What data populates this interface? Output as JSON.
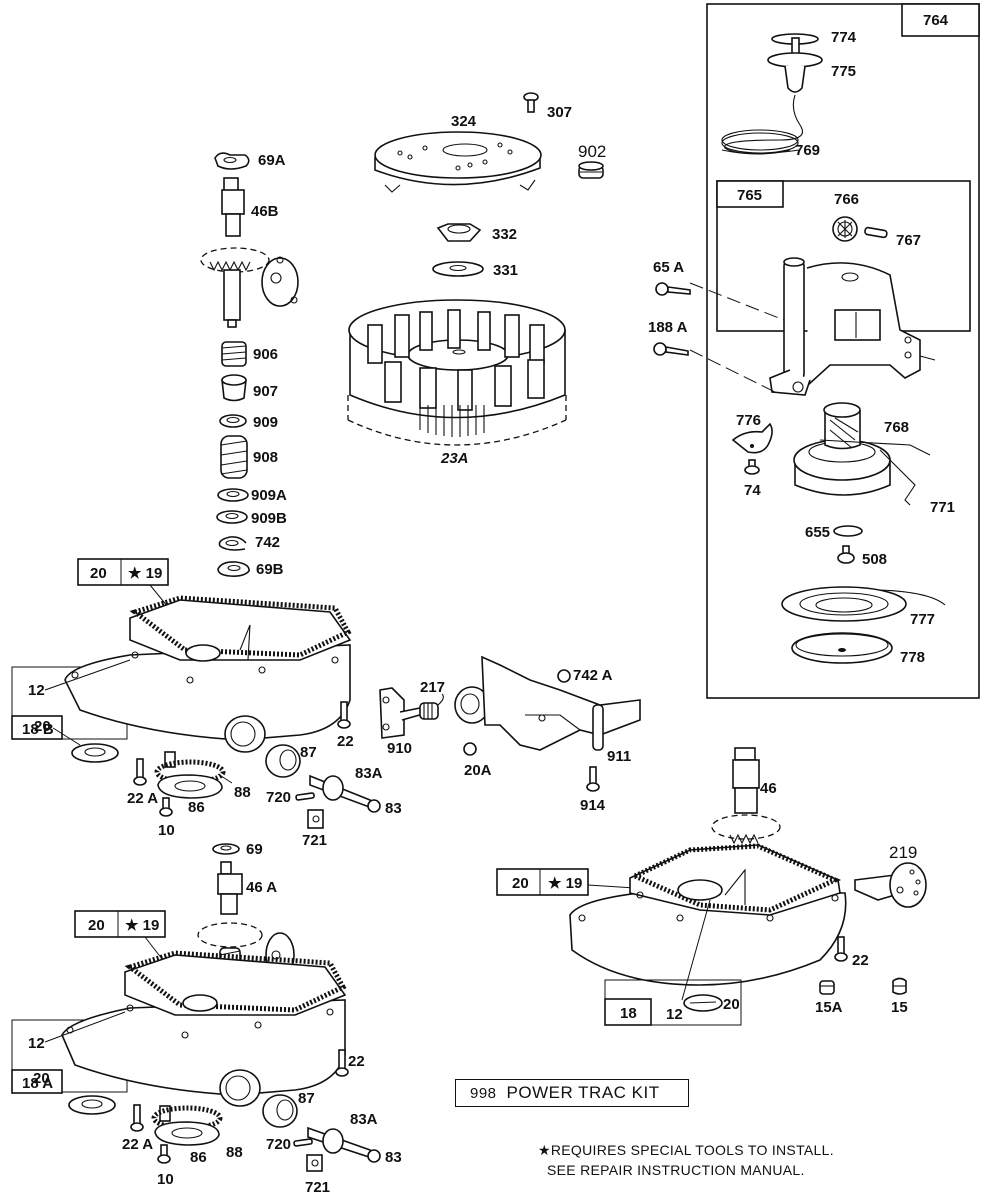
{
  "diagram": {
    "type": "exploded-parts-diagram",
    "subject": "Engine sump / crankcase cover assemblies, flywheel and rewind starter"
  },
  "labels": {
    "l764": "764",
    "l774": "774",
    "l775": "775",
    "l769": "769",
    "l765": "765",
    "l766": "766",
    "l767": "767",
    "l65A": "65 A",
    "l188A": "188 A",
    "l776": "776",
    "l74": "74",
    "l768": "768",
    "l771": "771",
    "l655": "655",
    "l508": "508",
    "l777": "777",
    "l778": "778",
    "l307": "307",
    "l324": "324",
    "l902": "902",
    "l332": "332",
    "l331": "331",
    "l23A": "23A",
    "l69A": "69A",
    "l46B": "46B",
    "l906": "906",
    "l907": "907",
    "l909": "909",
    "l908": "908",
    "l909A": "909A",
    "l909B": "909B",
    "l742": "742",
    "l69B": "69B",
    "top_box_20": "20",
    "top_box_19": "★ 19",
    "top_12": "12",
    "top_20": "20",
    "top_18B": "18 B",
    "top_22": "22",
    "top_22A": "22 A",
    "top_86": "86",
    "top_88": "88",
    "top_10": "10",
    "top_87": "87",
    "top_83A": "83A",
    "top_83": "83",
    "top_720": "720",
    "top_721": "721",
    "l910": "910",
    "l217": "217",
    "l20A": "20A",
    "l742A": "742 A",
    "l911": "911",
    "l914": "914",
    "bl_69": "69",
    "bl_46A": "46 A",
    "bl_box_20": "20",
    "bl_box_19": "★ 19",
    "bl_12": "12",
    "bl_20": "20",
    "bl_18A": "18 A",
    "bl_22": "22",
    "bl_22A": "22 A",
    "bl_86": "86",
    "bl_88": "88",
    "bl_10": "10",
    "bl_87": "87",
    "bl_83A": "83A",
    "bl_83": "83",
    "bl_720": "720",
    "bl_721": "721",
    "br_46": "46",
    "br_219": "219",
    "br_box_20": "20",
    "br_box_19": "★ 19",
    "br_18": "18",
    "br_12": "12",
    "br_20": "20",
    "br_22": "22",
    "br_15A": "15A",
    "br_15": "15"
  },
  "kit": {
    "number": "998",
    "name": "POWER TRAC KIT"
  },
  "notes": {
    "line1": "★REQUIRES SPECIAL TOOLS TO INSTALL.",
    "line2": "SEE REPAIR INSTRUCTION MANUAL."
  }
}
